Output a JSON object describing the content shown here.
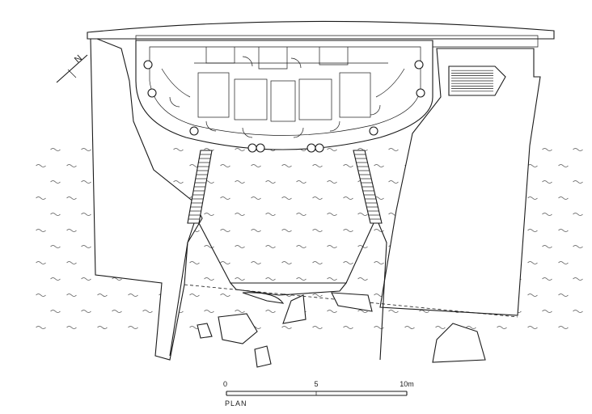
{
  "north_label": "N",
  "scale_bar": {
    "ticks": [
      "0",
      "5",
      "10m"
    ],
    "caption": "PLAN"
  }
}
